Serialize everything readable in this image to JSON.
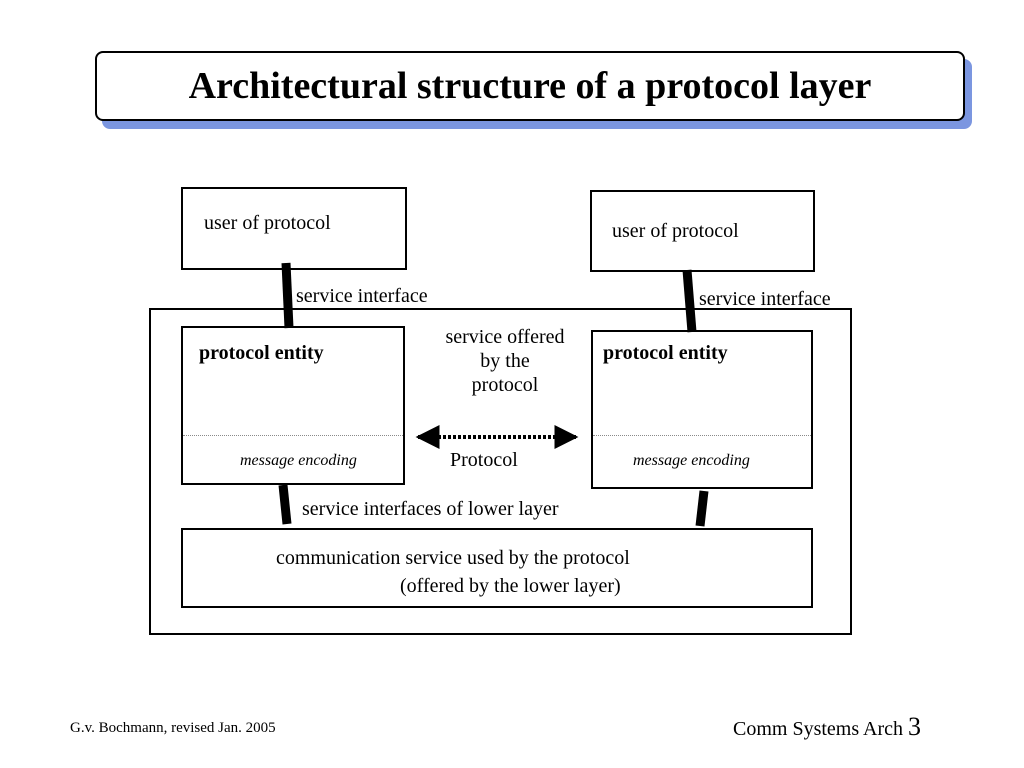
{
  "slide": {
    "title": "Architectural structure of a protocol layer"
  },
  "diagram": {
    "user_left": "user of protocol",
    "user_right": "user of protocol",
    "service_interface_left": "service interface",
    "service_interface_right": "service interface",
    "entity_left": "protocol entity",
    "entity_right": "protocol entity",
    "encoding_left": "message encoding",
    "encoding_right": "message encoding",
    "service_offered": [
      "service offered",
      "by the",
      "protocol"
    ],
    "protocol_label": "Protocol",
    "lower_interfaces": "service interfaces of lower layer",
    "comm_service_line1": "communication service used by the protocol",
    "comm_service_line2": "(offered by the lower layer)"
  },
  "footer": {
    "author": "G.v. Bochmann, revised Jan. 2005",
    "course": "Comm Systems Arch",
    "page_number": "3"
  },
  "colors": {
    "title_shadow": "#7b96e0",
    "line": "#000000"
  }
}
